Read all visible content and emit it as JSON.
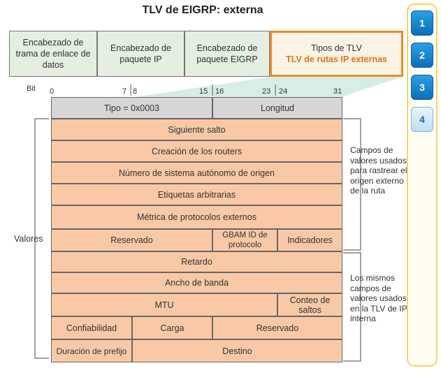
{
  "title": "TLV de EIGRP: externa",
  "headers": [
    "Encabezado de trama de enlace de datos",
    "Encabezado de paquete IP",
    "Encabezado de paquete EIGRP"
  ],
  "tlv_header": {
    "line1": "Tipos de TLV",
    "line2": "TLV de rutas IP externas"
  },
  "bit_label": "Bit",
  "bit_numbers": [
    "0",
    "7",
    "8",
    "15",
    "16",
    "23",
    "24",
    "31"
  ],
  "fields": {
    "tipo": "Tipo = 0x0003",
    "longitud": "Longitud",
    "siguiente_salto": "Siguiente salto",
    "creacion_routers": "Creación de los routers",
    "numero_sistema": "Número de sistema autónomo de origen",
    "etiquetas": "Etiquetas arbitrarias",
    "metrica": "Métrica de protocolos externos",
    "reservado_1": "Reservado",
    "gbam_id": "GBAM ID de protocolo",
    "indicadores": "Indicadores",
    "retardo": "Retardo",
    "ancho_banda": "Ancho de banda",
    "mtu": "MTU",
    "conteo_saltos": "Conteo de saltos",
    "confiabilidad": "Confiabilidad",
    "carga": "Carga",
    "reservado_2": "Reservado",
    "duracion_prefijo": "Duración de prefijo",
    "destino": "Destino"
  },
  "valores_label": "Valores",
  "note_1": "Campos de valores usados para rastrear el origen externo de la ruta",
  "note_2": "Los mismos campos de valores usados en la TLV de IP interna",
  "tabs": [
    "1",
    "2",
    "3",
    "4"
  ],
  "colors": {
    "accent": "#f08a24",
    "field": "#f9c9a6",
    "header": "#e4efe1",
    "tab": "#0a6fb8"
  }
}
